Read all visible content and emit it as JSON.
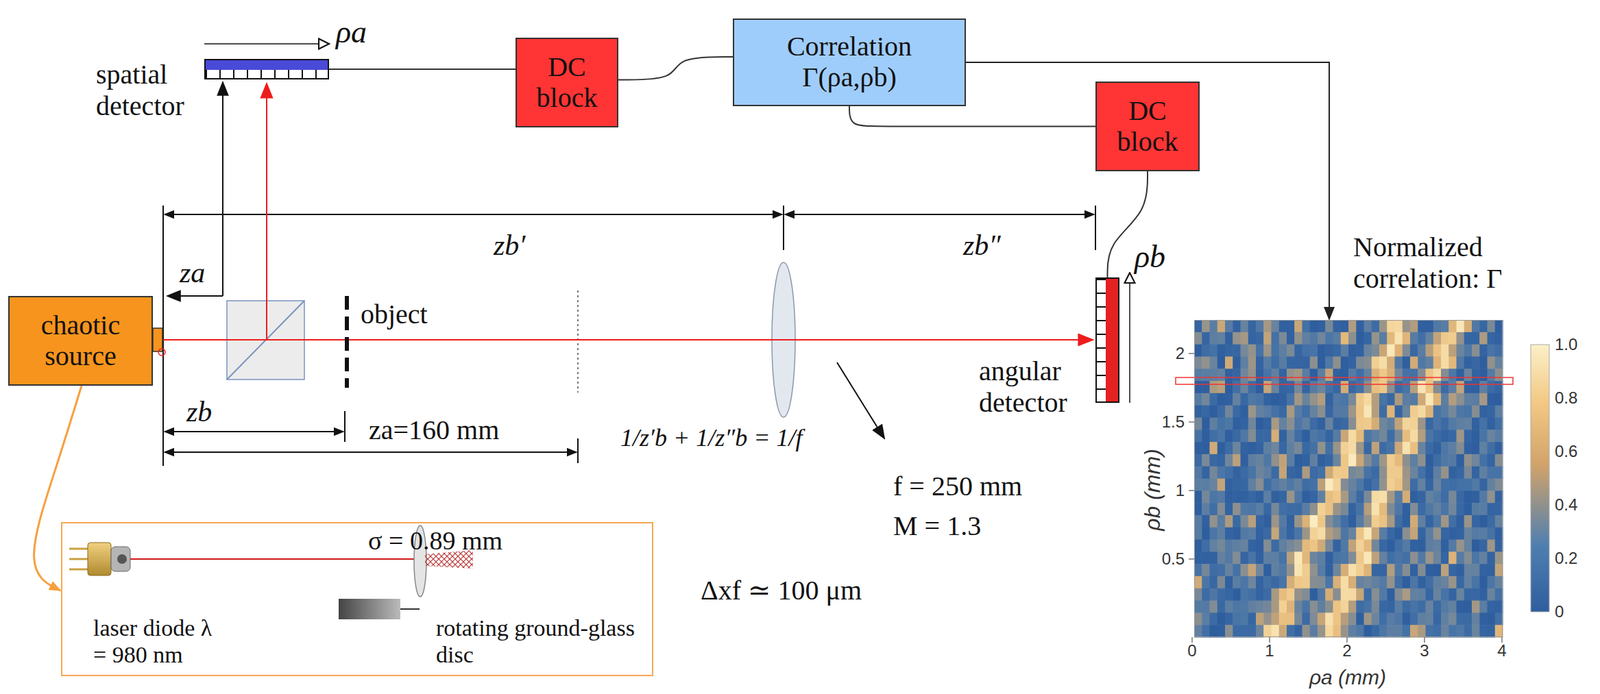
{
  "diagram": {
    "nodes": [
      {
        "text": [
          "spatial detector"
        ]
      },
      {
        "text": [
          "DC block"
        ]
      },
      {
        "text": [
          "Correlation Γ(ρa,ρb)"
        ]
      },
      {
        "text": [
          "DC block"
        ]
      },
      {
        "text": [
          "chaotic source"
        ]
      },
      {
        "text": [
          "angular detector"
        ]
      },
      {
        "text": [
          "Normalized correlation: Γ"
        ]
      },
      {
        "text": [
          "σ = 0.89 mm",
          "laser diode λ = 980 nm",
          "rotating ground-glass disc"
        ]
      }
    ],
    "edges": [
      {
        "from": 0,
        "to": 1,
        "arrow": "none"
      },
      {
        "from": 1,
        "to": 2,
        "arrow": "none"
      },
      {
        "from": 2,
        "to": 3,
        "arrow": "none"
      },
      {
        "from": 3,
        "to": 5,
        "arrow": "none"
      },
      {
        "from": 2,
        "to": 6,
        "arrow": "to"
      },
      {
        "from": 4,
        "to": 7,
        "arrow": "to"
      }
    ],
    "labels": [
      "ρa",
      "za",
      "zb′",
      "zb″",
      "object",
      "zb",
      "za=160 mm",
      "1/z′b + 1/z″b = 1/f",
      "f = 250 mm",
      "M = 1.3",
      "Δxf ≃ 100 μm",
      "ρb",
      "ρb (mm)",
      "ρa (mm)",
      "0",
      "1",
      "2",
      "3",
      "4",
      "0.5",
      "1",
      "1.5",
      "2",
      "1.0",
      "0.8",
      "0.6",
      "0.4",
      "0.2",
      "0"
    ]
  }
}
